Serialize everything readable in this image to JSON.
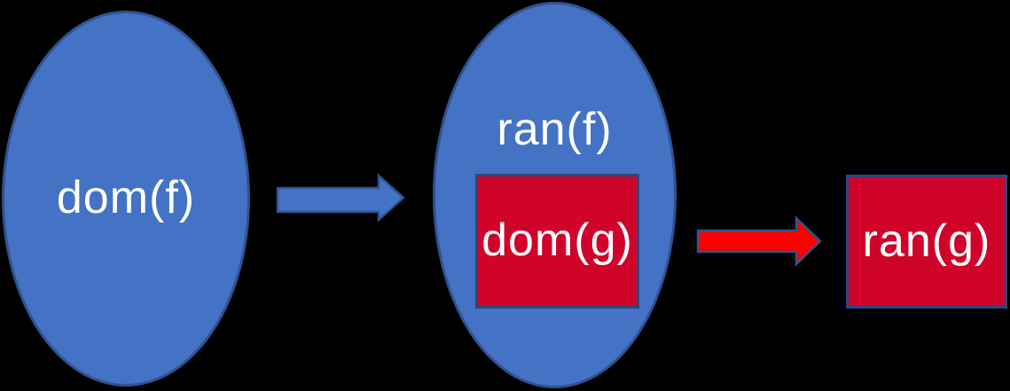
{
  "title": "Function composition domain and range diagram",
  "background_color": "#000000",
  "colors": {
    "blue_fill": "#4472C4",
    "blue_border": "#2F528F",
    "red_fill": "#D0032A",
    "red_arrow_fill": "#FF0000",
    "rect_border": "#2A4880",
    "text": "#FFFFFF"
  },
  "nodes": [
    {
      "id": "dom-f",
      "shape": "ellipse",
      "label": "dom(f)",
      "fill": "#4472C4"
    },
    {
      "id": "ran-f",
      "shape": "ellipse",
      "label": "ran(f)",
      "fill": "#4472C4"
    },
    {
      "id": "dom-g",
      "shape": "rectangle",
      "label": "dom(g)",
      "fill": "#D0032A",
      "contained_in": "ran-f"
    },
    {
      "id": "ran-g",
      "shape": "rectangle",
      "label": "ran(g)",
      "fill": "#D0032A"
    }
  ],
  "arrows": [
    {
      "id": "arrow-f",
      "from": "dom-f",
      "to": "ran-f",
      "fill": "#4472C4",
      "stroke": "#2F528F"
    },
    {
      "id": "arrow-g",
      "from": "dom-g",
      "to": "ran-g",
      "fill": "#FF0000",
      "stroke": "#2F528F"
    }
  ]
}
